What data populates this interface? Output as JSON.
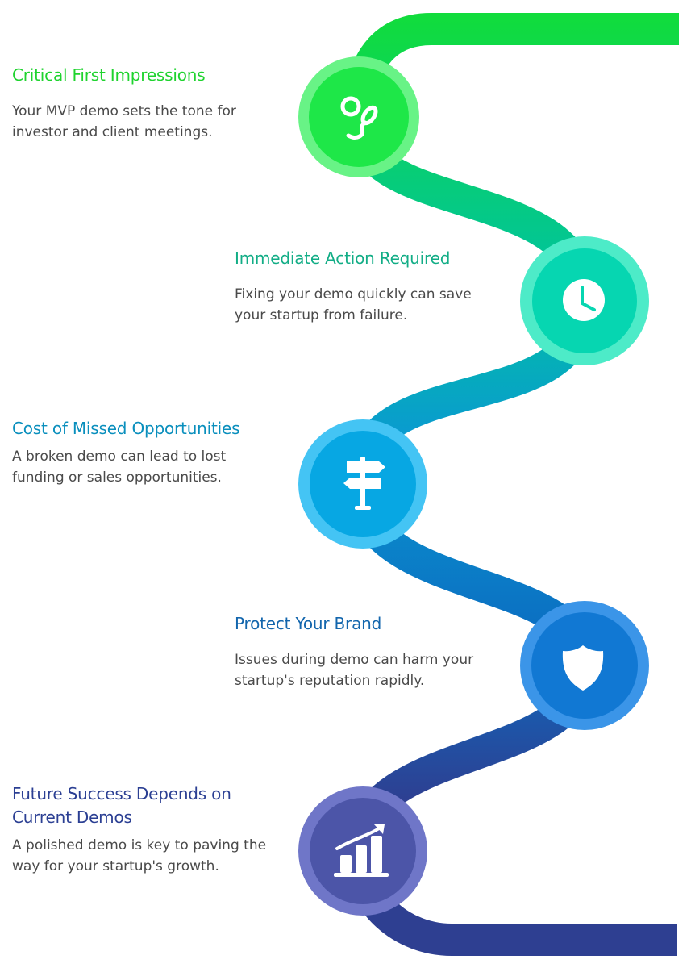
{
  "steps": [
    {
      "title": "Critical First Impressions",
      "description": "Your MVP demo sets the tone for investor and client meetings.",
      "icon": "sperm-icon",
      "title_color": "#1fd32f",
      "path_color": "#11dc3c",
      "circle_outer": "#68f386",
      "circle_inner": "#1ee748"
    },
    {
      "title": "Immediate Action Required",
      "description": "Fixing your demo quickly can save your startup from failure.",
      "icon": "clock-icon",
      "title_color": "#12ad86",
      "path_color": "#00c2a2",
      "circle_outer": "#4debc8",
      "circle_inner": "#06d6b1"
    },
    {
      "title": "Cost of Missed Opportunities",
      "description": "A broken demo can lead to lost funding or sales opportunities.",
      "icon": "signpost-icon",
      "title_color": "#0a8fbd",
      "path_color": "#0a9ad0",
      "circle_outer": "#44c4f4",
      "circle_inner": "#07a7e3"
    },
    {
      "title": "Protect Your Brand",
      "description": "Issues during demo can harm your startup's reputation rapidly.",
      "icon": "shield-icon",
      "title_color": "#1366ad",
      "path_color": "#0b6ec2",
      "circle_outer": "#3b95e8",
      "circle_inner": "#1178d3"
    },
    {
      "title": "Future Success Depends on Current Demos",
      "description": "A polished demo is key to paving the way for your startup's growth.",
      "icon": "growth-chart-icon",
      "title_color": "#2b3f93",
      "path_color": "#2e3f91",
      "circle_outer": "#6f76c8",
      "circle_inner": "#4c55a8"
    }
  ]
}
